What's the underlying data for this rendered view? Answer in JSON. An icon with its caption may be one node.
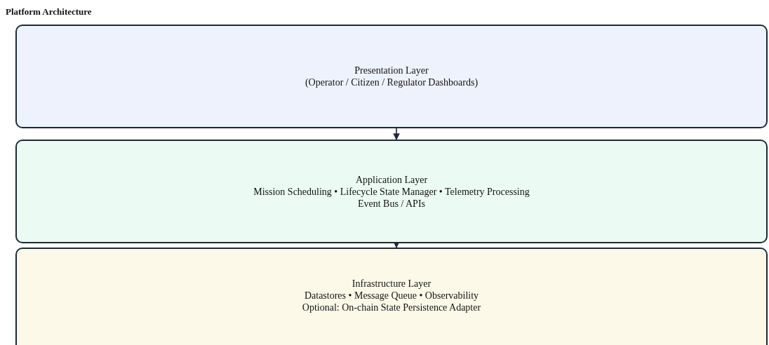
{
  "diagram": {
    "title": "Platform Architecture",
    "nodes": [
      {
        "text": [
          "Presentation Layer",
          "(Operator / Citizen / Regulator Dashboards)"
        ]
      },
      {
        "text": [
          "Application Layer",
          "Mission Scheduling • Lifecycle State Manager • Telemetry Processing",
          "Event Bus / APIs"
        ]
      },
      {
        "text": [
          "Infrastructure Layer",
          "Datastores • Message Queue • Observability",
          "Optional: On-chain State Persistence Adapter"
        ]
      }
    ],
    "edges": [
      {
        "from": 0,
        "to": 1,
        "arrow": "to"
      },
      {
        "from": 1,
        "to": 2,
        "arrow": "to"
      }
    ]
  }
}
